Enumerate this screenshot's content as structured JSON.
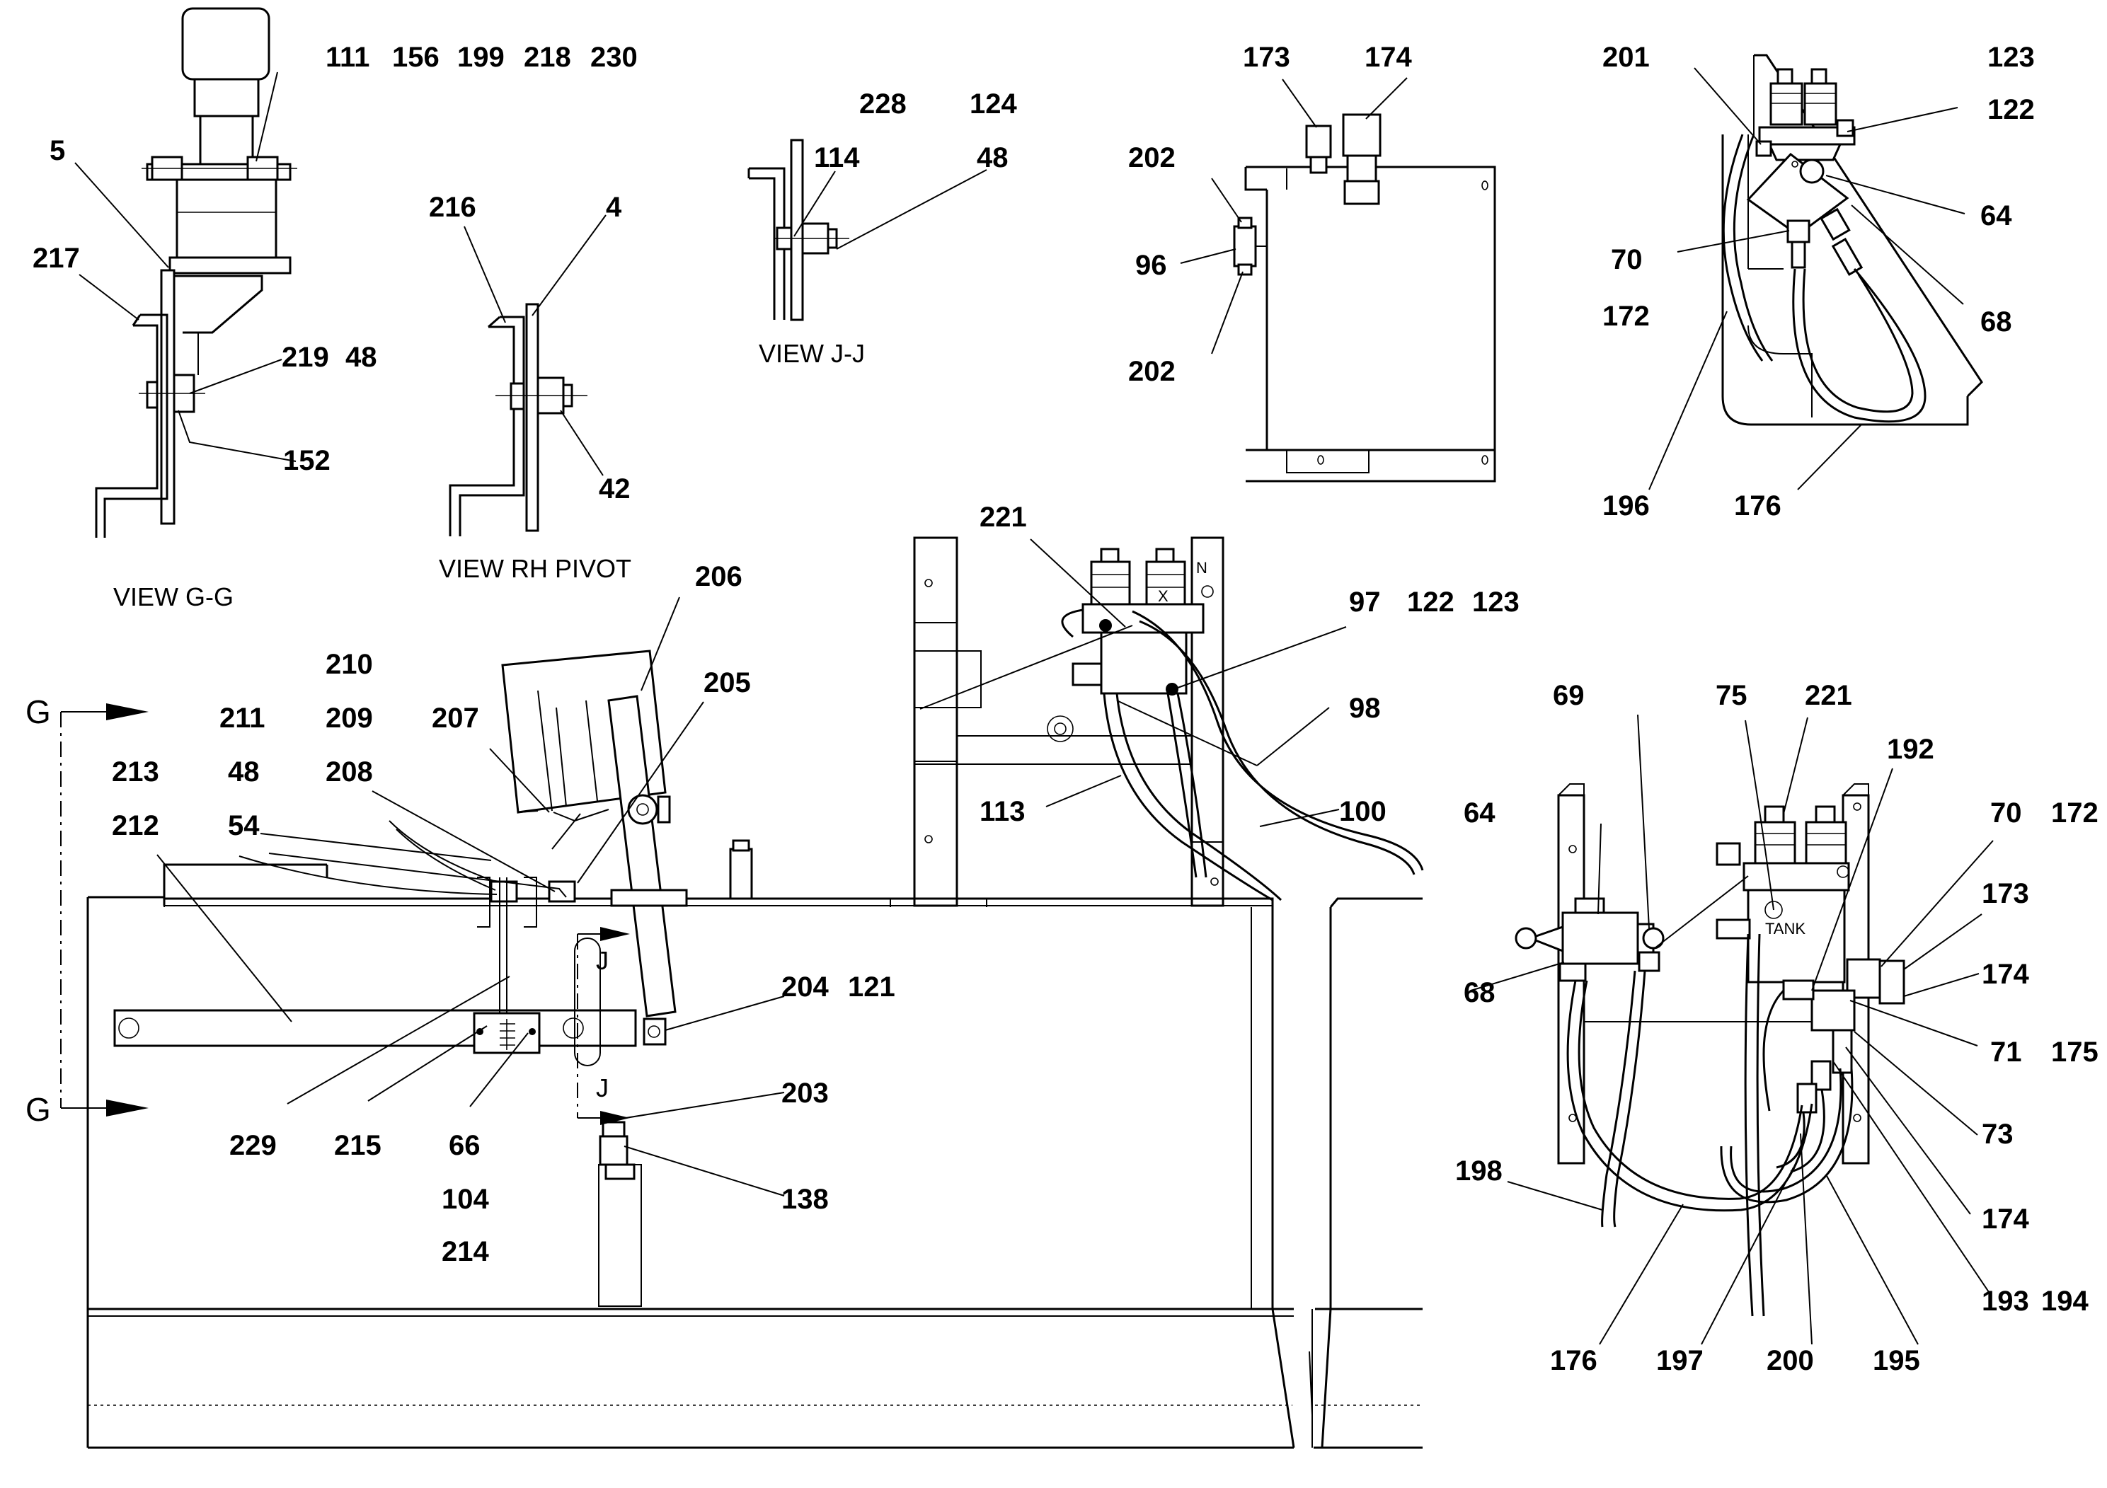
{
  "views": {
    "gg": "VIEW G-G",
    "rh_pivot": "VIEW RH PIVOT",
    "jj": "VIEW J-J"
  },
  "section_marks": {
    "g_top": "G",
    "g_bottom": "G",
    "j_top": "J",
    "j_bottom": "J"
  },
  "tank_label": "TANK",
  "valve_marks": {
    "n": "N",
    "x": "X"
  },
  "callouts": {
    "c111": "111",
    "c156": "156",
    "c199": "199",
    "c218": "218",
    "c230": "230",
    "c5": "5",
    "c217": "217",
    "c219": "219",
    "c48a": "48",
    "c152": "152",
    "c216": "216",
    "c4": "4",
    "c42": "42",
    "c228": "228",
    "c124": "124",
    "c114": "114",
    "c48b": "48",
    "c173a": "173",
    "c174a": "174",
    "c202a": "202",
    "c96": "96",
    "c202b": "202",
    "c201": "201",
    "c123a": "123",
    "c122a": "122",
    "c64a": "64",
    "c70a": "70",
    "c68a": "68",
    "c172a": "172",
    "c196": "196",
    "c176a": "176",
    "c221a": "221",
    "c97": "97",
    "c122b": "122",
    "c123b": "123",
    "c98": "98",
    "c113": "113",
    "c100": "100",
    "c206": "206",
    "c210": "210",
    "c205": "205",
    "c211": "211",
    "c209": "209",
    "c207": "207",
    "c213": "213",
    "c48c": "48",
    "c208": "208",
    "c212": "212",
    "c54": "54",
    "c204": "204",
    "c121": "121",
    "c203": "203",
    "c138": "138",
    "c229": "229",
    "c215": "215",
    "c66": "66",
    "c104": "104",
    "c214": "214",
    "c69": "69",
    "c75": "75",
    "c221b": "221",
    "c192": "192",
    "c64b": "64",
    "c70b": "70",
    "c172b": "172",
    "c173b": "173",
    "c174b": "174",
    "c68b": "68",
    "c71": "71",
    "c175": "175",
    "c73": "73",
    "c174c": "174",
    "c198": "198",
    "c193": "193",
    "c194": "194",
    "c176b": "176",
    "c197": "197",
    "c200": "200",
    "c195": "195"
  }
}
